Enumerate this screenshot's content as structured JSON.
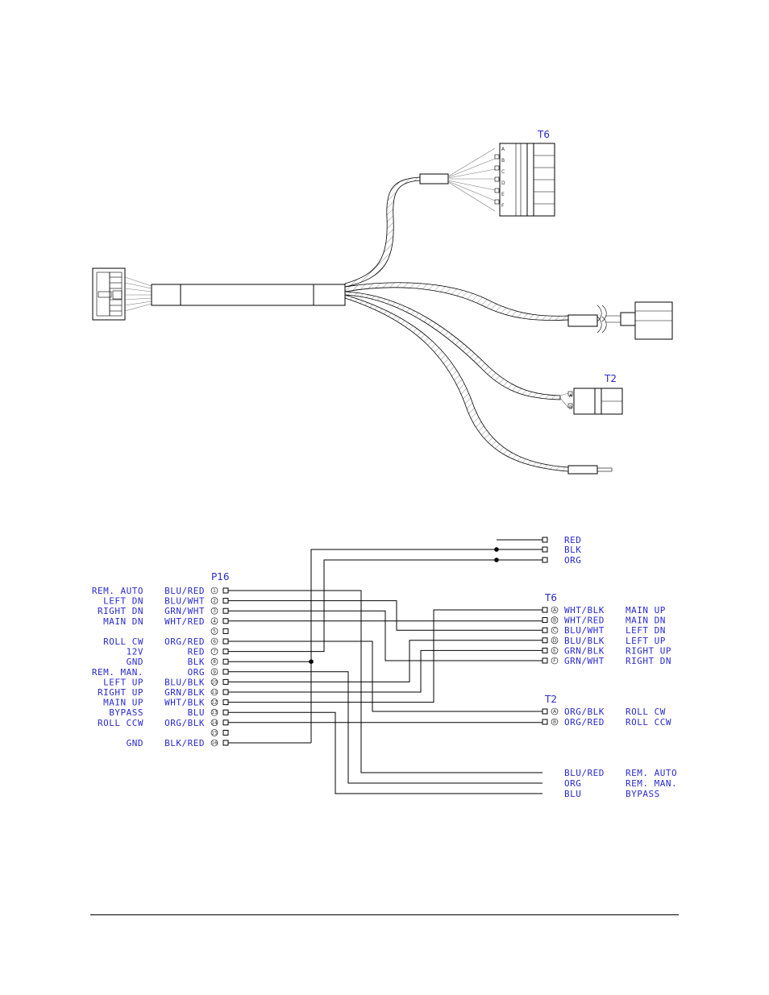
{
  "harness": {
    "connectors": {
      "t6": "T6",
      "t2": "T2"
    },
    "t6_pins": [
      "A",
      "B",
      "C",
      "D",
      "E",
      "F"
    ],
    "t2_pins": [
      "A",
      "B"
    ]
  },
  "schematic": {
    "p16": {
      "header": "P16",
      "pins": [
        {
          "num": "1",
          "func": "REM. AUTO",
          "color": "BLU/RED"
        },
        {
          "num": "2",
          "func": "LEFT DN",
          "color": "BLU/WHT"
        },
        {
          "num": "3",
          "func": "RIGHT DN",
          "color": "GRN/WHT"
        },
        {
          "num": "4",
          "func": "MAIN DN",
          "color": "WHT/RED"
        },
        {
          "num": "5",
          "func": "",
          "color": ""
        },
        {
          "num": "6",
          "func": "ROLL CW",
          "color": "ORG/RED"
        },
        {
          "num": "7",
          "func": "12V",
          "color": "RED"
        },
        {
          "num": "8",
          "func": "GND",
          "color": "BLK"
        },
        {
          "num": "9",
          "func": "REM. MAN.",
          "color": "ORG"
        },
        {
          "num": "10",
          "func": "LEFT UP",
          "color": "BLU/BLK"
        },
        {
          "num": "11",
          "func": "RIGHT UP",
          "color": "GRN/BLK"
        },
        {
          "num": "12",
          "func": "MAIN UP",
          "color": "WHT/BLK"
        },
        {
          "num": "13",
          "func": "BYPASS",
          "color": "BLU"
        },
        {
          "num": "14",
          "func": "ROLL CCW",
          "color": "ORG/BLK"
        },
        {
          "num": "15",
          "func": "",
          "color": ""
        },
        {
          "num": "16",
          "func": "GND",
          "color": "BLK/RED"
        }
      ]
    },
    "top_leads": [
      {
        "color": "RED"
      },
      {
        "color": "BLK"
      },
      {
        "color": "ORG"
      }
    ],
    "t6": {
      "header": "T6",
      "pins": [
        {
          "letter": "A",
          "color": "WHT/BLK",
          "func": "MAIN UP"
        },
        {
          "letter": "B",
          "color": "WHT/RED",
          "func": "MAIN DN"
        },
        {
          "letter": "C",
          "color": "BLU/WHT",
          "func": "LEFT DN"
        },
        {
          "letter": "D",
          "color": "BLU/BLK",
          "func": "LEFT UP"
        },
        {
          "letter": "E",
          "color": "GRN/BLK",
          "func": "RIGHT UP"
        },
        {
          "letter": "F",
          "color": "GRN/WHT",
          "func": "RIGHT DN"
        }
      ]
    },
    "t2": {
      "header": "T2",
      "pins": [
        {
          "letter": "A",
          "color": "ORG/BLK",
          "func": "ROLL CW"
        },
        {
          "letter": "B",
          "color": "ORG/RED",
          "func": "ROLL CCW"
        }
      ]
    },
    "bottom_leads": [
      {
        "color": "BLU/RED",
        "func": "REM. AUTO"
      },
      {
        "color": "ORG",
        "func": "REM. MAN."
      },
      {
        "color": "BLU",
        "func": "BYPASS"
      }
    ]
  }
}
